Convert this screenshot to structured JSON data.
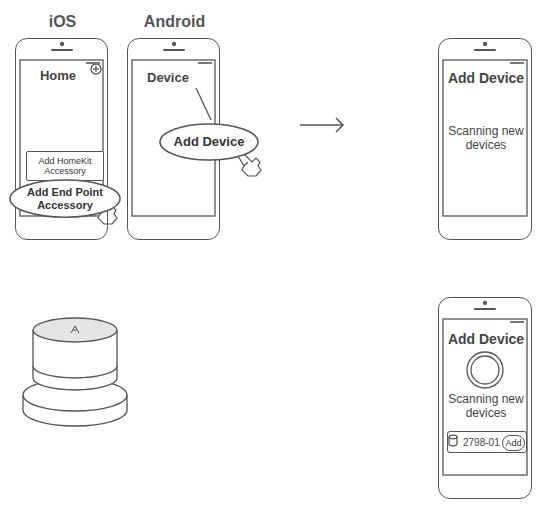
{
  "diagram": {
    "nodes": [
      {
        "text": [
          "iOS",
          "Home"
        ]
      },
      {
        "text": [
          "Add HomeKit Accessory"
        ],
        "in": 0
      },
      {
        "text": [
          "Add End Point Accessory"
        ],
        "in": 0
      },
      {
        "text": [
          "Android",
          "Device"
        ]
      },
      {
        "text": [
          "Add Device"
        ],
        "in": 3
      },
      {
        "text": [
          "Add Device",
          "Scanning new devices"
        ]
      },
      {
        "text": [
          "Add Device",
          "Scanning new devices"
        ]
      },
      {
        "text": [
          "2798-01"
        ],
        "in": 6
      },
      {
        "text": [
          "Add"
        ],
        "in": 7
      }
    ]
  }
}
